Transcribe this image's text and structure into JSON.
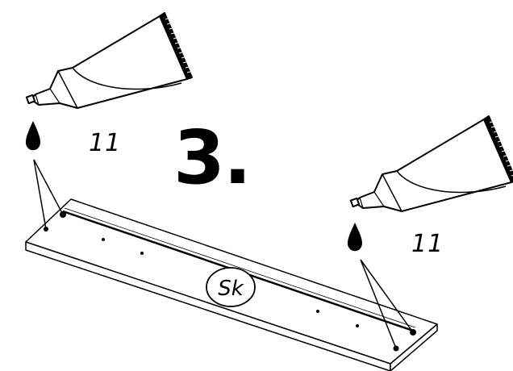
{
  "step": {
    "number": "3."
  },
  "glue_left": {
    "quantity": "11",
    "icon": "glue-tube-icon"
  },
  "glue_right": {
    "quantity": "11",
    "icon": "glue-tube-icon"
  },
  "part": {
    "label": "Sk"
  },
  "colors": {
    "ink": "#000000",
    "background": "#ffffff"
  }
}
